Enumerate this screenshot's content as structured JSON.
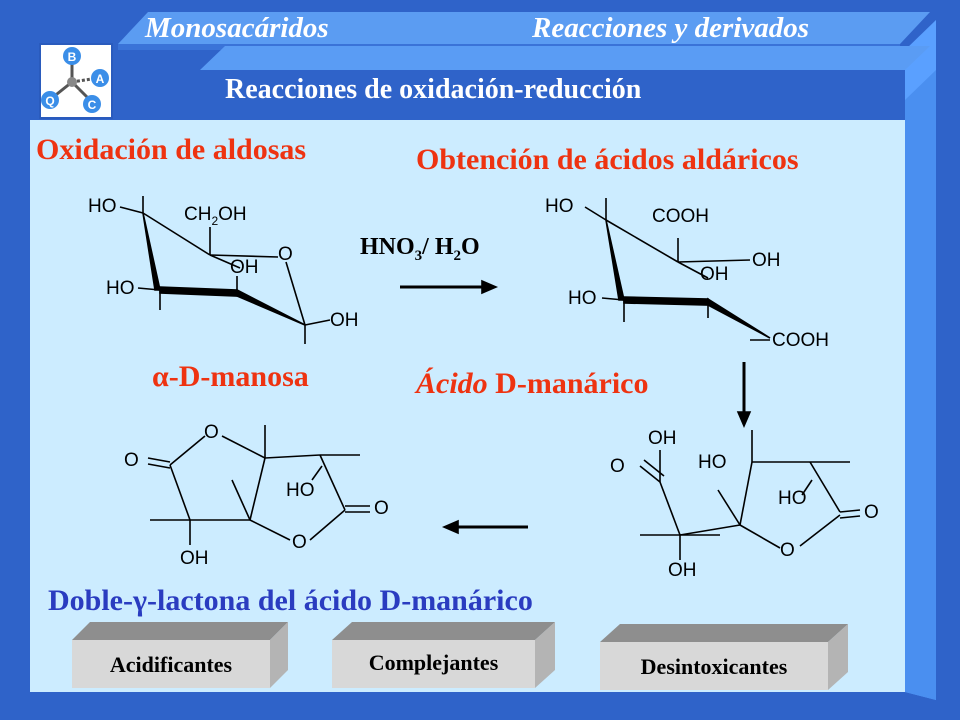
{
  "header": {
    "left": "Monosacáridos",
    "right": "Reacciones y derivados",
    "subtitle": "Reacciones de oxidación-reducción"
  },
  "logo": {
    "letters": [
      "B",
      "A",
      "C",
      "Q"
    ]
  },
  "sections": {
    "oxidation": "Oxidación de aldosas",
    "obtention": "Obtención de ácidos aldáricos"
  },
  "reagent": {
    "main": "HNO",
    "sub1": "3",
    "mid": "/ H",
    "sub2": "2",
    "end": "O"
  },
  "compounds": {
    "manosa": {
      "prefix": "α",
      "name": "-D-manosa"
    },
    "manarico": {
      "prefix": "Ácido ",
      "name": "D-manárico"
    },
    "lactona": {
      "prefix": "Doble-",
      "greek": "γ",
      "name": "-lactona del ácido D-manárico"
    }
  },
  "mol1": {
    "ho_top": "HO",
    "ch2": "CH",
    "ch2_sub": "2",
    "ch2_oh": "OH",
    "oh_mid": "OH",
    "o_ring": "O",
    "ho_left": "HO",
    "oh_right": "OH"
  },
  "mol2": {
    "ho_top": "HO",
    "cooh_top": "COOH",
    "oh_right": "OH",
    "oh_mid": "OH",
    "ho_left": "HO",
    "cooh_bottom": "COOH"
  },
  "mol3": {
    "oh_top": "OH",
    "o_left": "O",
    "ho_mid": "HO",
    "ho_ring": "HO",
    "o_right": "O",
    "o_ring": "O",
    "oh_bottom": "OH"
  },
  "mol4": {
    "o_top": "O",
    "o_left": "O",
    "ho_mid": "HO",
    "o_right": "O",
    "o_ring": "O",
    "oh_bottom": "OH"
  },
  "buttons": [
    "Acidificantes",
    "Complejantes",
    "Desintoxicantes"
  ]
}
